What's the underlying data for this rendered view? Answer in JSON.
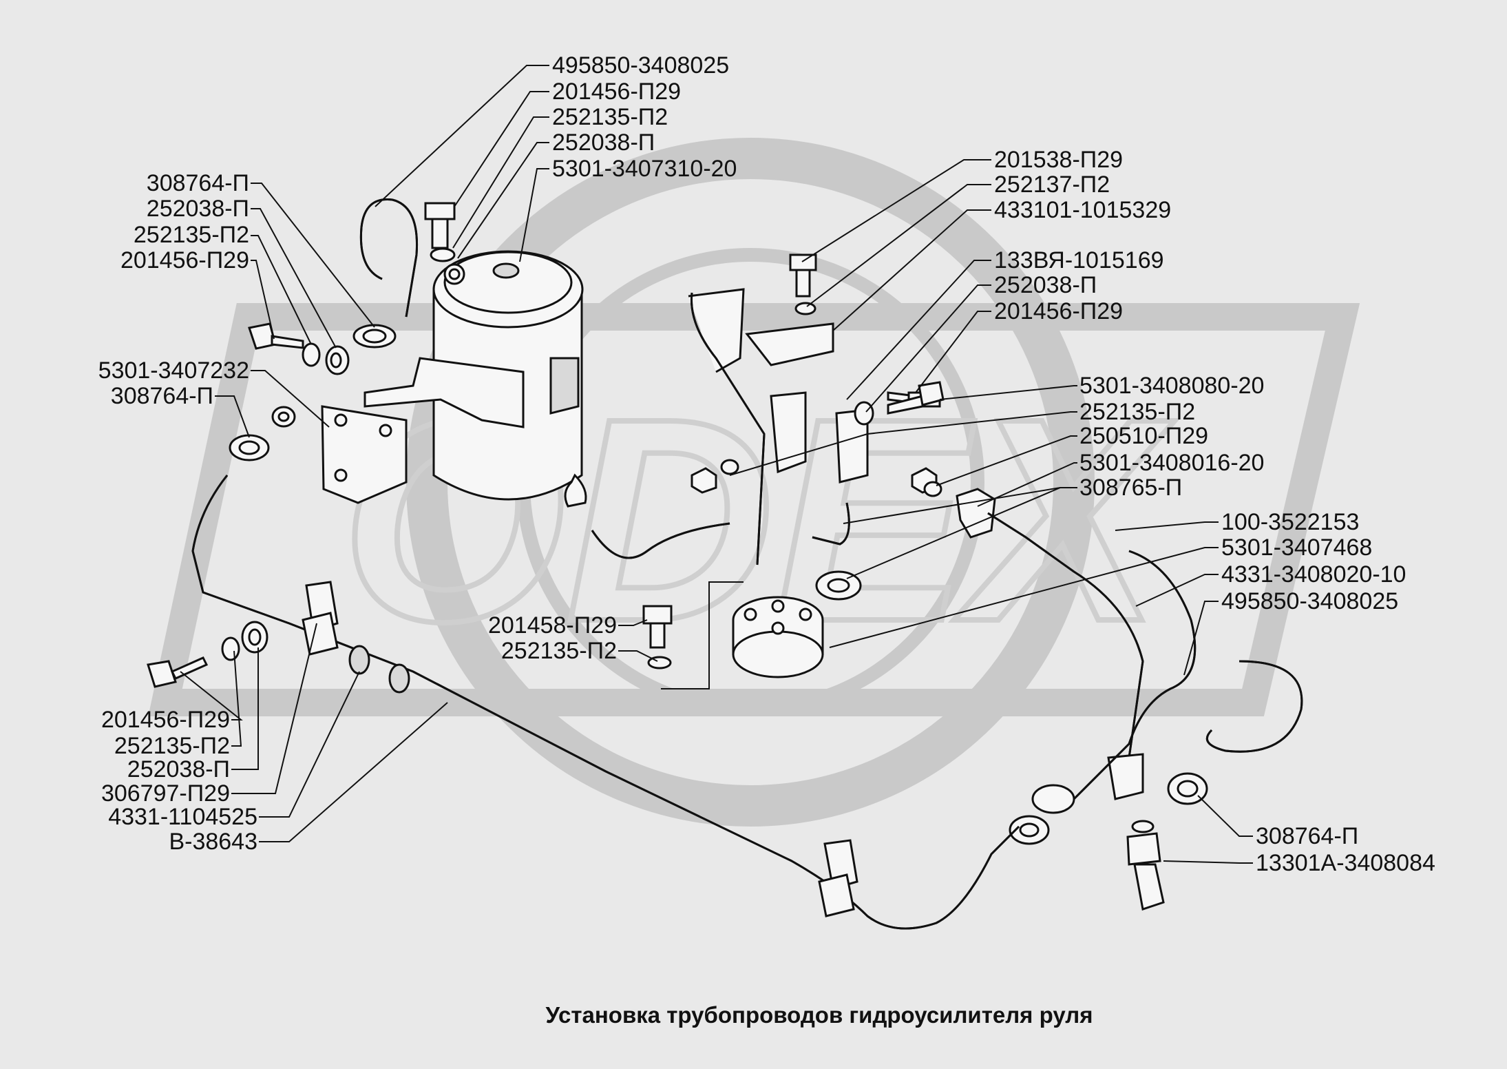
{
  "title": "Установка трубопроводов гидроусилителя руля",
  "watermark": "ODEX",
  "labels": {
    "top_1": "495850-3408025",
    "top_2": "201456-П29",
    "top_3": "252135-П2",
    "top_4": "252038-П",
    "top_5": "5301-3407310-20",
    "lt_1": "308764-П",
    "lt_2": "252038-П",
    "lt_3": "252135-П2",
    "lt_4": "201456-П29",
    "lt_5": "5301-3407232",
    "lt_6": "308764-П",
    "rt_1": "201538-П29",
    "rt_2": "252137-П2",
    "rt_3": "433101-1015329",
    "rt_4": "133ВЯ-1015169",
    "rt_5": "252038-П",
    "rt_6": "201456-П29",
    "rm_1": "5301-3408080-20",
    "rm_2": "252135-П2",
    "rm_3": "250510-П29",
    "rm_4": "5301-3408016-20",
    "rm_5": "308765-П",
    "rl_1": "100-3522153",
    "rl_2": "5301-3407468",
    "rl_3": "4331-3408020-10",
    "rl_4": "495850-3408025",
    "ctr_1": "201458-П29",
    "ctr_2": "252135-П2",
    "lb_1": "201456-П29",
    "lb_2": "252135-П2",
    "lb_3": "252038-П",
    "lb_4": "306797-П29",
    "lb_5": "4331-1104525",
    "lb_6": "В-38643",
    "br_1": "308764-П",
    "br_2": "13301А-3408084"
  }
}
